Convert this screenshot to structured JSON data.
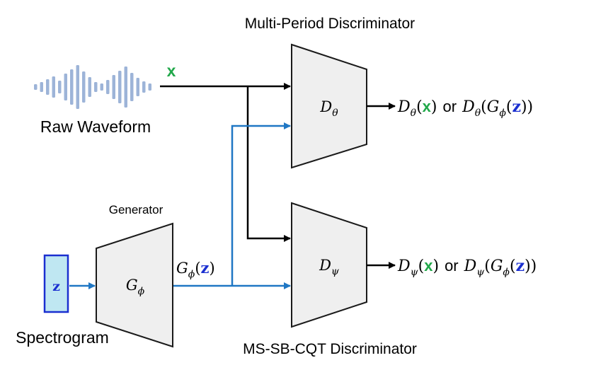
{
  "colors": {
    "black": "#000000",
    "blue": "#1f77c4",
    "green": "#21a84a",
    "z_blue": "#1a2fd0",
    "block_fill": "#efefef",
    "block_stroke": "#1a1a1a",
    "waveform": "#9db4d8",
    "spectrogram_fill": "#bfe7f2",
    "spectrogram_stroke": "#1a2fd0"
  },
  "labels": {
    "mpd_title": "Multi-Period Discriminator",
    "cqt_title": "MS-SB-CQT Discriminator",
    "raw_waveform": "Raw Waveform",
    "spectrogram": "Spectrogram",
    "generator": "Generator",
    "x_symbol": "x",
    "z_symbol": "z",
    "or_word": "or"
  },
  "blocks": {
    "generator": {
      "symbol": "G",
      "subscript": "ϕ"
    },
    "d_theta": {
      "symbol": "D",
      "subscript": "θ"
    },
    "d_psi": {
      "symbol": "D",
      "subscript": "ψ"
    }
  },
  "icons": {
    "waveform": "audio-waveform-icon"
  }
}
